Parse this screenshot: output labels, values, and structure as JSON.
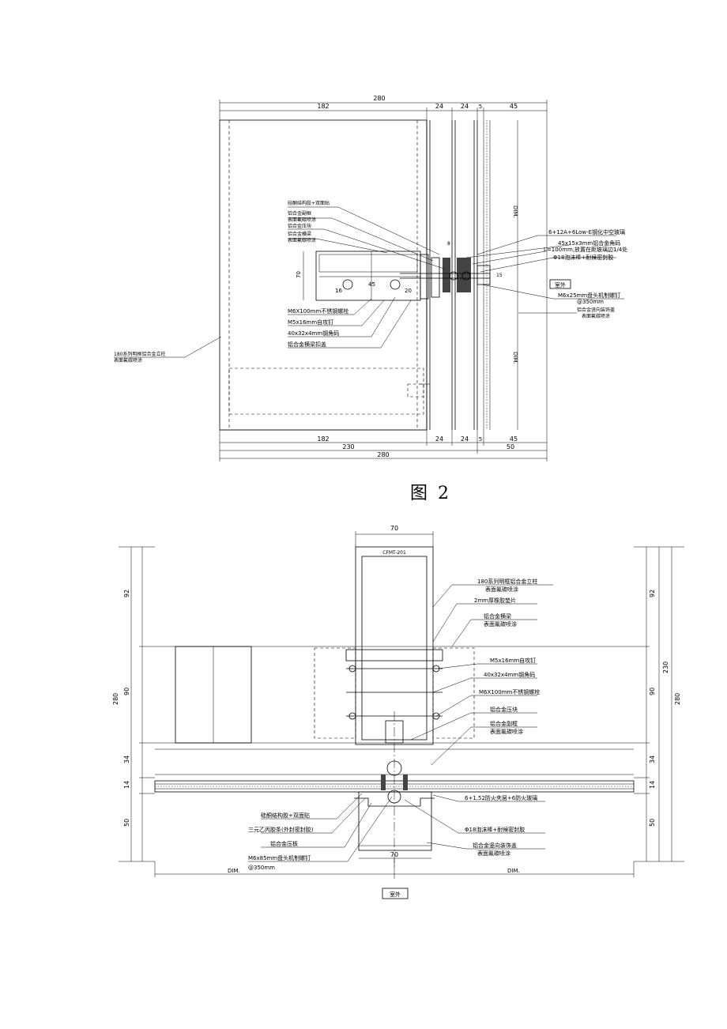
{
  "figure1": {
    "dims_top": {
      "total": "280",
      "left": "182",
      "a": "24",
      "b": "24",
      "c": "5",
      "d": "45"
    },
    "dims_bottom": {
      "left": "182",
      "a": "24",
      "b": "24",
      "c": "5",
      "d": "45",
      "sub": "230",
      "sub2": "50",
      "total": "280"
    },
    "callouts_left": [
      "硅酮结构胶+双面贴",
      "铝合金副框",
      "表面氟碳喷涂",
      "铝合金压块",
      "铝合金横梁",
      "表面氟碳喷涂"
    ],
    "callouts_right": [
      "6+12A+6Low-E钢化中空玻璃",
      "45x15x3mm铝合金角码",
      "L=100mm,放置在距玻璃边1/4处",
      "Φ18泡沫棒+耐候密封胶"
    ],
    "callouts_bottom": [
      "M6X100mm不锈钢螺栓",
      "M5x16mm自攻钉",
      "40x32x4mm钢角码",
      "铝合金横梁扣盖"
    ],
    "callouts_right2": [
      "M6x25mm盘头机制螺钉",
      "@350mm",
      "铝合金竖向装饰盖",
      "表面氟碳喷涂"
    ],
    "column_label": [
      "180系列明框铝合金立柱",
      "表面氟碳喷涂"
    ],
    "inner_dims": {
      "h": "70",
      "a": "16",
      "b": "45",
      "c": "20",
      "d": "8",
      "e": "15"
    },
    "dim_labels": [
      "DIM.",
      "DIM."
    ],
    "outside_label": "室外"
  },
  "caption": "图 2",
  "figure2": {
    "top_dim": "70",
    "profile_code": "CFMT-201",
    "left_dims": [
      "92",
      "90",
      "34",
      "14",
      "50",
      "280"
    ],
    "right_dims": [
      "92",
      "90",
      "34",
      "14",
      "50",
      "230",
      "280"
    ],
    "callouts_right": [
      "180系列明框铝合金立柱",
      "表面氟碳喷涂",
      "2mm厚橡胶垫片",
      "铝合金横梁",
      "表面氟碳喷涂",
      "M5x16mm自攻钉",
      "40x32x4mm钢角码",
      "M6X100mm不锈钢螺栓",
      "铝合金压块",
      "铝合金副框",
      "表面氟碳喷涂",
      "6+1.52防火夹层+6防火玻璃",
      "Φ18泡沫棒+耐候密封胶",
      "铝合金竖向装饰盖",
      "表面氟碳喷涂"
    ],
    "callouts_left": [
      "硅酮结构胶+双面贴",
      "三元乙丙胶条(外封密封胶)",
      "铝合金压板",
      "M6x85mm盘头机制螺钉",
      "@350mm"
    ],
    "bottom_dim": "70",
    "dim_labels": [
      "DIM.",
      "DIM."
    ],
    "outside_label": "室外"
  }
}
